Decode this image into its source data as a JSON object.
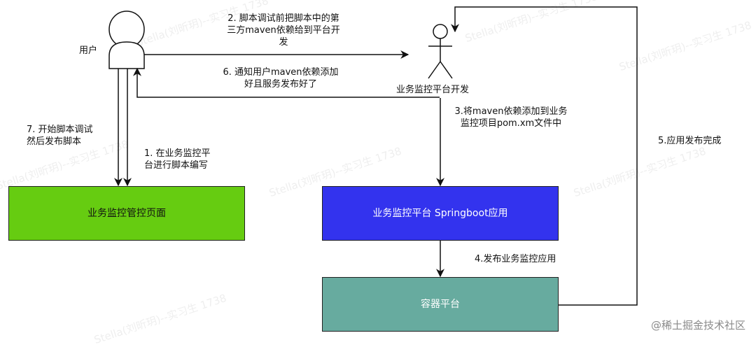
{
  "actors": {
    "user": "用户",
    "biz_dev": "业务监控平台开发"
  },
  "boxes": {
    "manage_page": "业务监控管控页面",
    "platform_app": "业务监控平台 Springboot应用",
    "container": "容器平台"
  },
  "steps": {
    "s1": "1. 在业务监控平\n台进行脚本编写",
    "s2": "2. 脚本调试前把脚本中的第\n三方maven依赖给到平台开\n发",
    "s3": "3.将maven依赖添加到业务\n监控项目pom.xm文件中",
    "s4": "4.发布业务监控应用",
    "s5": "5.应用发布完成",
    "s6": "6. 通知用户maven依赖添加\n好且服务发布好了",
    "s7": "7. 开始脚本调试\n然后发布脚本"
  },
  "watermark": "Stella(刘昕玥)--实习生 1738",
  "footer": "@稀土掘金技术社区",
  "colors": {
    "manage": "#66cc11",
    "platform": "#3333ee",
    "container": "#67ab9f"
  }
}
